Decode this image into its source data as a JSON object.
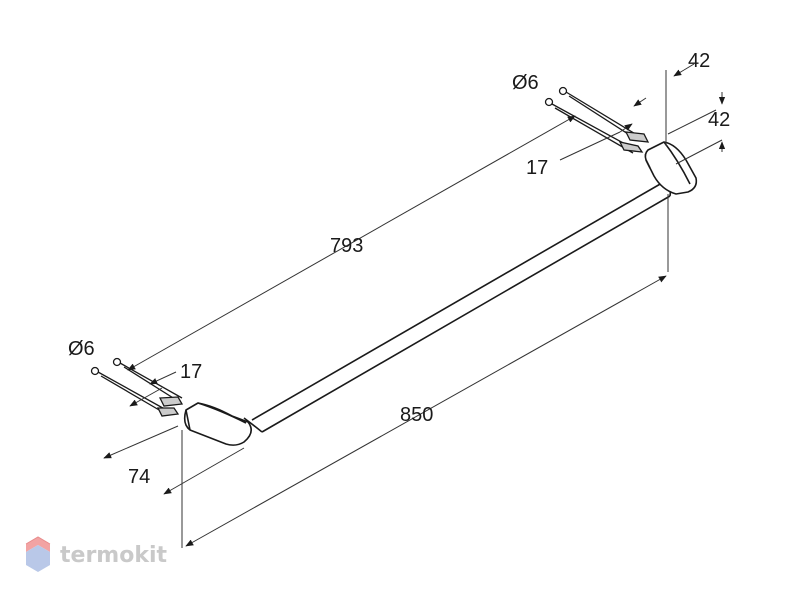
{
  "drawing": {
    "subject": "towel-rail",
    "dimensions": {
      "total_length": "850",
      "bar_length": "793",
      "depth_left": "74",
      "depth_right": "42",
      "height_right": "42",
      "fixing_left": "17",
      "fixing_right": "17",
      "screw_left": "Ø6",
      "screw_right": "Ø6"
    }
  },
  "watermark": {
    "text": "termokit",
    "icon": "hexagon-logo-icon",
    "colors": {
      "logo_top": "#f2a3a3",
      "logo_bottom": "#b9c8e8",
      "text": "#c9c9c9"
    }
  },
  "colors": {
    "line": "#1a1a1a",
    "dim_line": "#333333",
    "background": "#ffffff"
  }
}
